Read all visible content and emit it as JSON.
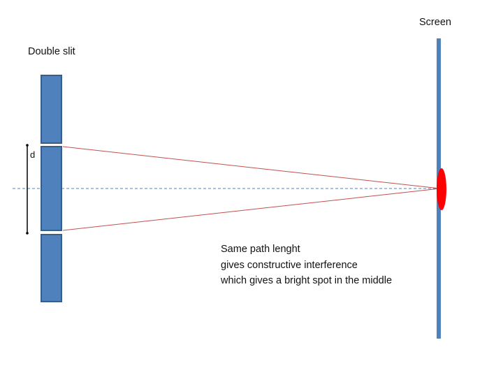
{
  "labels": {
    "screen": "Screen",
    "double_slit": "Double slit",
    "separation": "d"
  },
  "caption": {
    "line1": "Same path lenght",
    "line2": "gives constructive interference",
    "line3": "which gives a bright spot in the middle"
  },
  "colors": {
    "barrier": "#4f81bd",
    "barrier_edge": "#385d8a",
    "ray": "#c0504d",
    "axis": "#4f81bd",
    "bright_spot": "#ff0000",
    "dimension_line": "#000000"
  }
}
